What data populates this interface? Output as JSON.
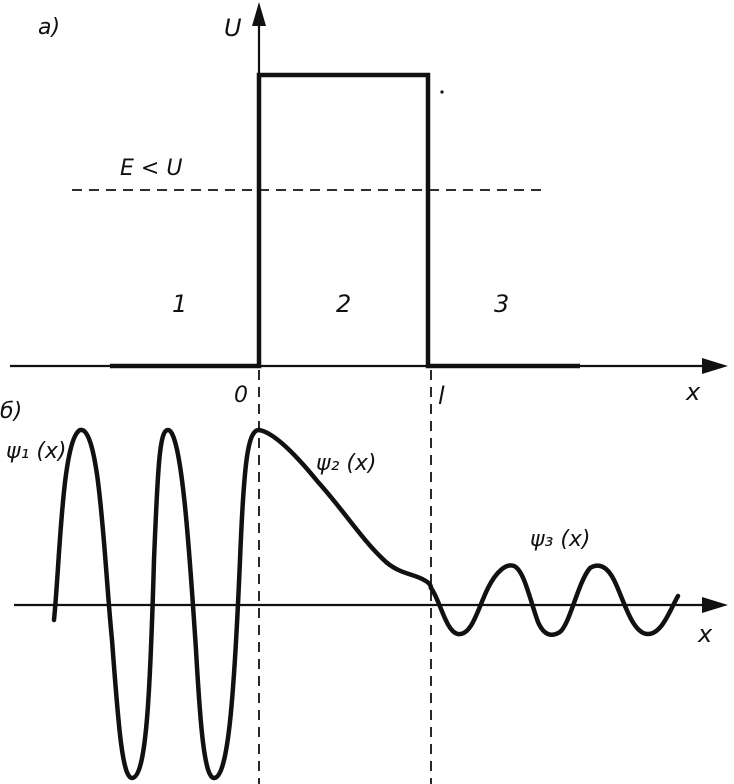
{
  "panel_a": {
    "label": "а)",
    "y_axis_label": "U",
    "x_axis_label": "x",
    "energy_label": "E < U",
    "origin_label": "0",
    "width_label": "l",
    "regions": [
      "1",
      "2",
      "3"
    ]
  },
  "panel_b": {
    "label": "б)",
    "x_axis_label": "x",
    "psi1_label": "ψ₁ (x)",
    "psi2_label": "ψ₂ (x)",
    "psi3_label": "ψ₃ (x)"
  }
}
